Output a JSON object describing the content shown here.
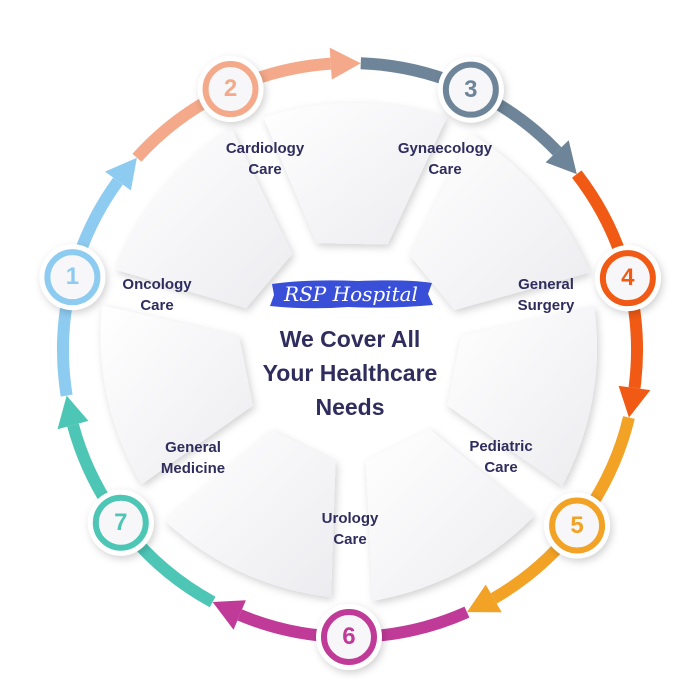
{
  "center": {
    "brand": "RSP Hospital",
    "headline_lines": [
      "We Cover All",
      "Your Healthcare",
      "Needs"
    ]
  },
  "steps": [
    {
      "number": "1",
      "lines": [
        "Oncology",
        "Care"
      ],
      "color": "#8ecbf0"
    },
    {
      "number": "2",
      "lines": [
        "Cardiology",
        "Care"
      ],
      "color": "#f4a98a"
    },
    {
      "number": "3",
      "lines": [
        "Gynaecology",
        "Care"
      ],
      "color": "#6e8499"
    },
    {
      "number": "4",
      "lines": [
        "General",
        "Surgery"
      ],
      "color": "#f05a14"
    },
    {
      "number": "5",
      "lines": [
        "Pediatric",
        "Care"
      ],
      "color": "#f2a225"
    },
    {
      "number": "6",
      "lines": [
        "Urology",
        "Care"
      ],
      "color": "#c03a98"
    },
    {
      "number": "7",
      "lines": [
        "General",
        "Medicine"
      ],
      "color": "#4ec6b6"
    }
  ],
  "colors": {
    "text": "#2f2d5e",
    "brand_bg": "#3a4fd8"
  }
}
